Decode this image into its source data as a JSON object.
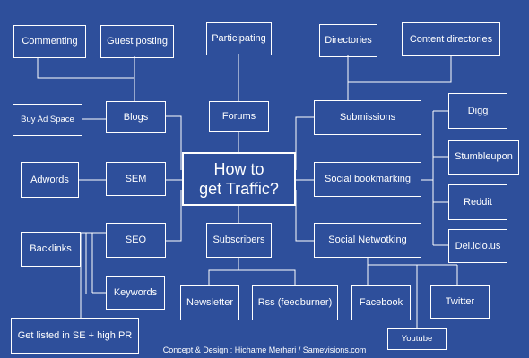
{
  "colors": {
    "background": "#2e4f9b",
    "line": "#ffffff",
    "text": "#ffffff"
  },
  "central": {
    "line1": "How to",
    "line2": "get Traffic?"
  },
  "nodes": {
    "commenting": "Commenting",
    "guest_posting": "Guest posting",
    "participating": "Participating",
    "directories": "Directories",
    "content_directories": "Content directories",
    "buy_ad_space": "Buy Ad Space",
    "blogs": "Blogs",
    "forums": "Forums",
    "submissions": "Submissions",
    "digg": "Digg",
    "adwords": "Adwords",
    "sem": "SEM",
    "social_bookmarking": "Social bookmarking",
    "stumbleupon": "Stumbleupon",
    "reddit": "Reddit",
    "backlinks": "Backlinks",
    "seo": "SEO",
    "subscribers": "Subscribers",
    "social_networking": "Social Netwotking",
    "delicious": "Del.icio.us",
    "keywords": "Keywords",
    "newsletter": "Newsletter",
    "rss": "Rss (feedburner)",
    "facebook": "Facebook",
    "twitter": "Twitter",
    "youtube": "Youtube",
    "get_listed": "Get listed in SE + high PR"
  },
  "credit": "Concept & Design : Hichame Merhari / Samevisions.com"
}
